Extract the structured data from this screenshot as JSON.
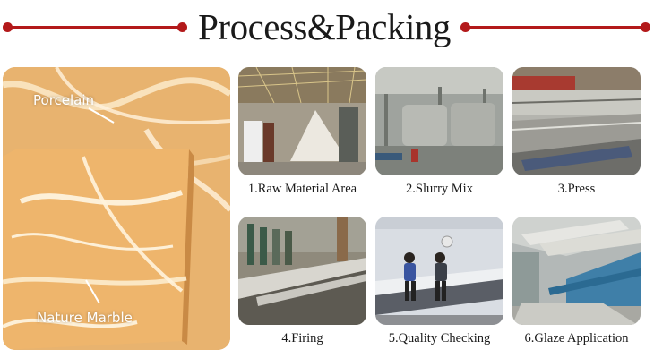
{
  "header": {
    "title": "Process&Packing",
    "accent_color": "#b3191a"
  },
  "hero": {
    "label_top": "Porcelain",
    "label_bottom": "Nature Marble",
    "palette": [
      "#f0c27d",
      "#e7b26e",
      "#d9954a",
      "#fbe7c4"
    ]
  },
  "steps": [
    {
      "caption": "1.Raw Material Area",
      "icon": "factory-raw-material-photo"
    },
    {
      "caption": "2.Slurry Mix",
      "icon": "slurry-mixer-photo"
    },
    {
      "caption": "3.Press",
      "icon": "press-machine-photo"
    },
    {
      "caption": "4.Firing",
      "icon": "kiln-firing-photo"
    },
    {
      "caption": "5.Quality Checking",
      "icon": "quality-check-photo"
    },
    {
      "caption": "6.Glaze Application",
      "icon": "glaze-line-photo"
    }
  ]
}
